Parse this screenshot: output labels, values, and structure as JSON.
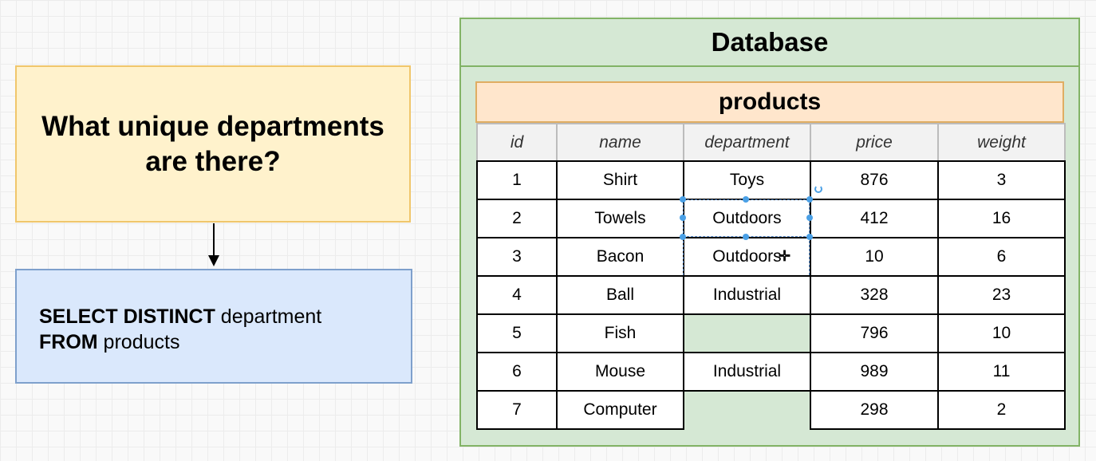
{
  "question": {
    "text": "What unique departments are there?"
  },
  "query": {
    "select_keyword": "SELECT DISTINCT",
    "select_column": " department",
    "from_keyword": "FROM",
    "from_table": " products"
  },
  "database": {
    "title": "Database",
    "table": {
      "title": "products",
      "columns": [
        "id",
        "name",
        "department",
        "price",
        "weight"
      ],
      "rows": [
        {
          "id": "1",
          "name": "Shirt",
          "department": "Toys",
          "price": "876",
          "weight": "3"
        },
        {
          "id": "2",
          "name": "Towels",
          "department": "Outdoors",
          "price": "412",
          "weight": "16"
        },
        {
          "id": "3",
          "name": "Bacon",
          "department": "Outdoors",
          "price": "10",
          "weight": "6"
        },
        {
          "id": "4",
          "name": "Ball",
          "department": "Industrial",
          "price": "328",
          "weight": "23"
        },
        {
          "id": "5",
          "name": "Fish",
          "department": "",
          "price": "796",
          "weight": "10"
        },
        {
          "id": "6",
          "name": "Mouse",
          "department": "Industrial",
          "price": "989",
          "weight": "11"
        },
        {
          "id": "7",
          "name": "Computer",
          "department": "",
          "price": "298",
          "weight": "2"
        }
      ]
    }
  },
  "colors": {
    "question_fill": "#fff2cc",
    "query_fill": "#dae8fc",
    "database_fill": "#d5e8d4",
    "table_header_fill": "#ffe6cc",
    "selection": "#4aa0e6"
  }
}
